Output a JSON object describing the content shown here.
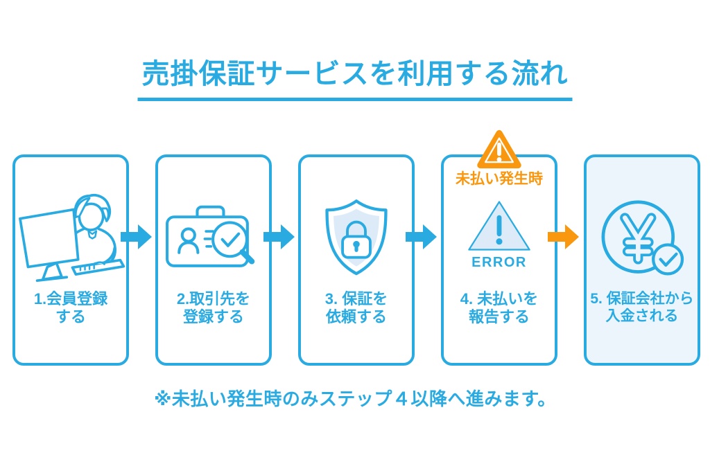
{
  "page": {
    "title": "売掛保証サービスを利用する流れ",
    "footnote": "※未払い発生時のみステップ４以降へ進みます。"
  },
  "colors": {
    "primary_blue": "#29ABE2",
    "accent_orange": "#F9970F",
    "icon_fill_light_blue": "#DCEBF7",
    "card5_background": "#EDF5FC"
  },
  "steps": [
    {
      "line1": "1.会員登録",
      "line2": "する",
      "icon": "person-at-computer-icon"
    },
    {
      "line1": "2.取引先を",
      "line2": "登録する",
      "icon": "client-folder-search-icon"
    },
    {
      "line1": "3. 保証を",
      "line2": "依頼する",
      "icon": "shield-lock-icon"
    },
    {
      "line1": "4. 未払いを",
      "line2": "報告する",
      "icon": "error-triangle-icon",
      "badge_label": "未払い発生時",
      "icon_caption": "ERROR"
    },
    {
      "line1": "5. 保証会社から",
      "line2": "入金される",
      "icon": "yen-received-icon"
    }
  ],
  "arrows": [
    {
      "from": 1,
      "to": 2,
      "color": "blue"
    },
    {
      "from": 2,
      "to": 3,
      "color": "blue"
    },
    {
      "from": 3,
      "to": 4,
      "color": "blue"
    },
    {
      "from": 4,
      "to": 5,
      "color": "orange"
    }
  ]
}
